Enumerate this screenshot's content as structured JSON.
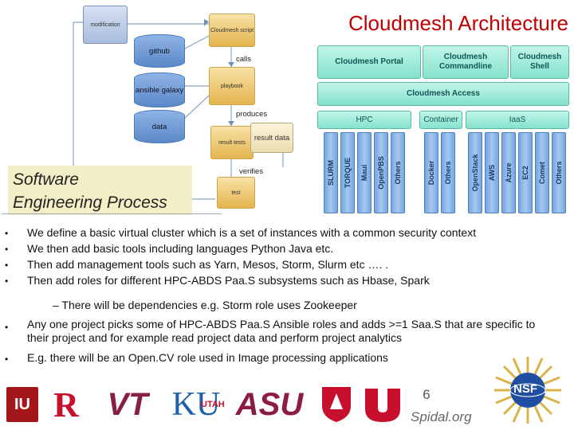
{
  "title": "Cloudmesh Architecture",
  "process": {
    "label_line1": "Software",
    "label_line2": "Engineering Process",
    "nodes": {
      "modification": "modification",
      "script": "Cloudmesh script",
      "github": "github",
      "calls": "calls",
      "ansible": "ansible galaxy",
      "playbook": "playbook",
      "produces": "produces",
      "data": "data",
      "result_data": "result data",
      "result_tests": "result tests",
      "verifies": "verifies",
      "test": "test"
    }
  },
  "architecture": {
    "top": [
      "Cloudmesh Portal",
      "Cloudmesh Commandline",
      "Cloudmesh Shell"
    ],
    "access": "Cloudmesh Access",
    "layers": [
      "HPC",
      "Container",
      "IaaS"
    ],
    "hpc_cols": [
      "SLURM",
      "TORQUE",
      "Maui",
      "OpenPBS",
      "Others"
    ],
    "container_cols": [
      "Docker",
      "Others"
    ],
    "iaas_cols": [
      "OpenStack",
      "AWS",
      "Azure",
      "EC2",
      "Comet",
      "Others"
    ]
  },
  "bullets": [
    "We define a basic virtual cluster which is a set of instances with a common security context",
    "We then add basic tools including languages Python Java etc.",
    "Then add management tools such as Yarn, Mesos, Storm, Slurm etc …. .",
    "Then add roles for different HPC-ABDS Paa.S subsystems such as Hbase, Spark",
    "– There will be dependencies e.g. Storm role uses Zookeeper",
    "Any one project picks some of HPC-ABDS Paa.S Ansible roles and adds >=1 Saa.S that are specific to their project and for example read project data and perform project analytics",
    "E.g. there will be an Open.CV role used in Image processing applications"
  ],
  "footer": {
    "page_number": "6",
    "site": "Spidal.org",
    "logos": [
      "IU",
      "R",
      "VT",
      "KU",
      "ASU",
      "UTAH",
      "NSF"
    ]
  },
  "colors": {
    "title": "#c00000",
    "arch_box": "#86e2cd",
    "column": "#74a6e0",
    "process_label_bg": "#f3eec6"
  }
}
